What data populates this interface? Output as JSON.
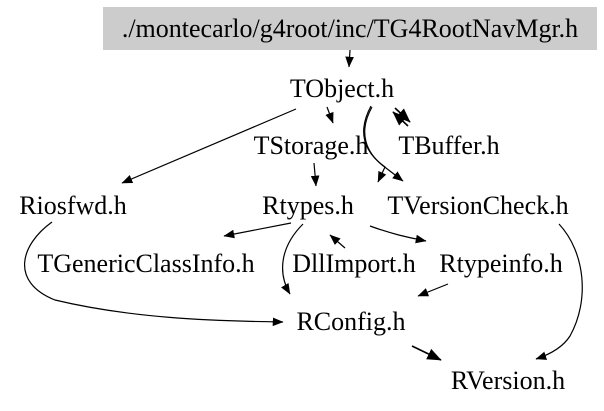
{
  "diagram": {
    "type": "include-dependency-graph",
    "root": {
      "label": "./montecarlo/g4root/inc/TG4RootNavMgr.h"
    },
    "nodes": [
      {
        "id": "TObject.h",
        "label": "TObject.h"
      },
      {
        "id": "TStorage.h",
        "label": "TStorage.h"
      },
      {
        "id": "TBuffer.h",
        "label": "TBuffer.h"
      },
      {
        "id": "Riosfwd.h",
        "label": "Riosfwd.h"
      },
      {
        "id": "Rtypes.h",
        "label": "Rtypes.h"
      },
      {
        "id": "TVersionCheck.h",
        "label": "TVersionCheck.h"
      },
      {
        "id": "TGenericClassInfo.h",
        "label": "TGenericClassInfo.h"
      },
      {
        "id": "DllImport.h",
        "label": "DllImport.h"
      },
      {
        "id": "Rtypeinfo.h",
        "label": "Rtypeinfo.h"
      },
      {
        "id": "RConfig.h",
        "label": "RConfig.h"
      },
      {
        "id": "RVersion.h",
        "label": "RVersion.h"
      }
    ],
    "edges": [
      {
        "from": "./montecarlo/g4root/inc/TG4RootNavMgr.h",
        "to": "TObject.h"
      },
      {
        "from": "TObject.h",
        "to": "Riosfwd.h"
      },
      {
        "from": "TObject.h",
        "to": "TStorage.h"
      },
      {
        "from": "TObject.h",
        "to": "TBuffer.h"
      },
      {
        "from": "TBuffer.h",
        "to": "TObject.h"
      },
      {
        "from": "TStorage.h",
        "to": "Rtypes.h"
      },
      {
        "from": "TObject.h",
        "to": "Rtypes.h"
      },
      {
        "from": "TObject.h",
        "to": "TVersionCheck.h"
      },
      {
        "from": "Rtypes.h",
        "to": "TGenericClassInfo.h"
      },
      {
        "from": "DllImport.h",
        "to": "Rtypes.h"
      },
      {
        "from": "Rtypes.h",
        "to": "Rtypeinfo.h"
      },
      {
        "from": "Rtypes.h",
        "to": "RConfig.h"
      },
      {
        "from": "Riosfwd.h",
        "to": "RConfig.h"
      },
      {
        "from": "Rtypeinfo.h",
        "to": "RConfig.h"
      },
      {
        "from": "RConfig.h",
        "to": "RVersion.h"
      },
      {
        "from": "TVersionCheck.h",
        "to": "RVersion.h"
      }
    ]
  },
  "colors": {
    "background": "#ffffff",
    "root_node_bg": "#cccccc",
    "text": "#000000",
    "edge": "#000000"
  }
}
